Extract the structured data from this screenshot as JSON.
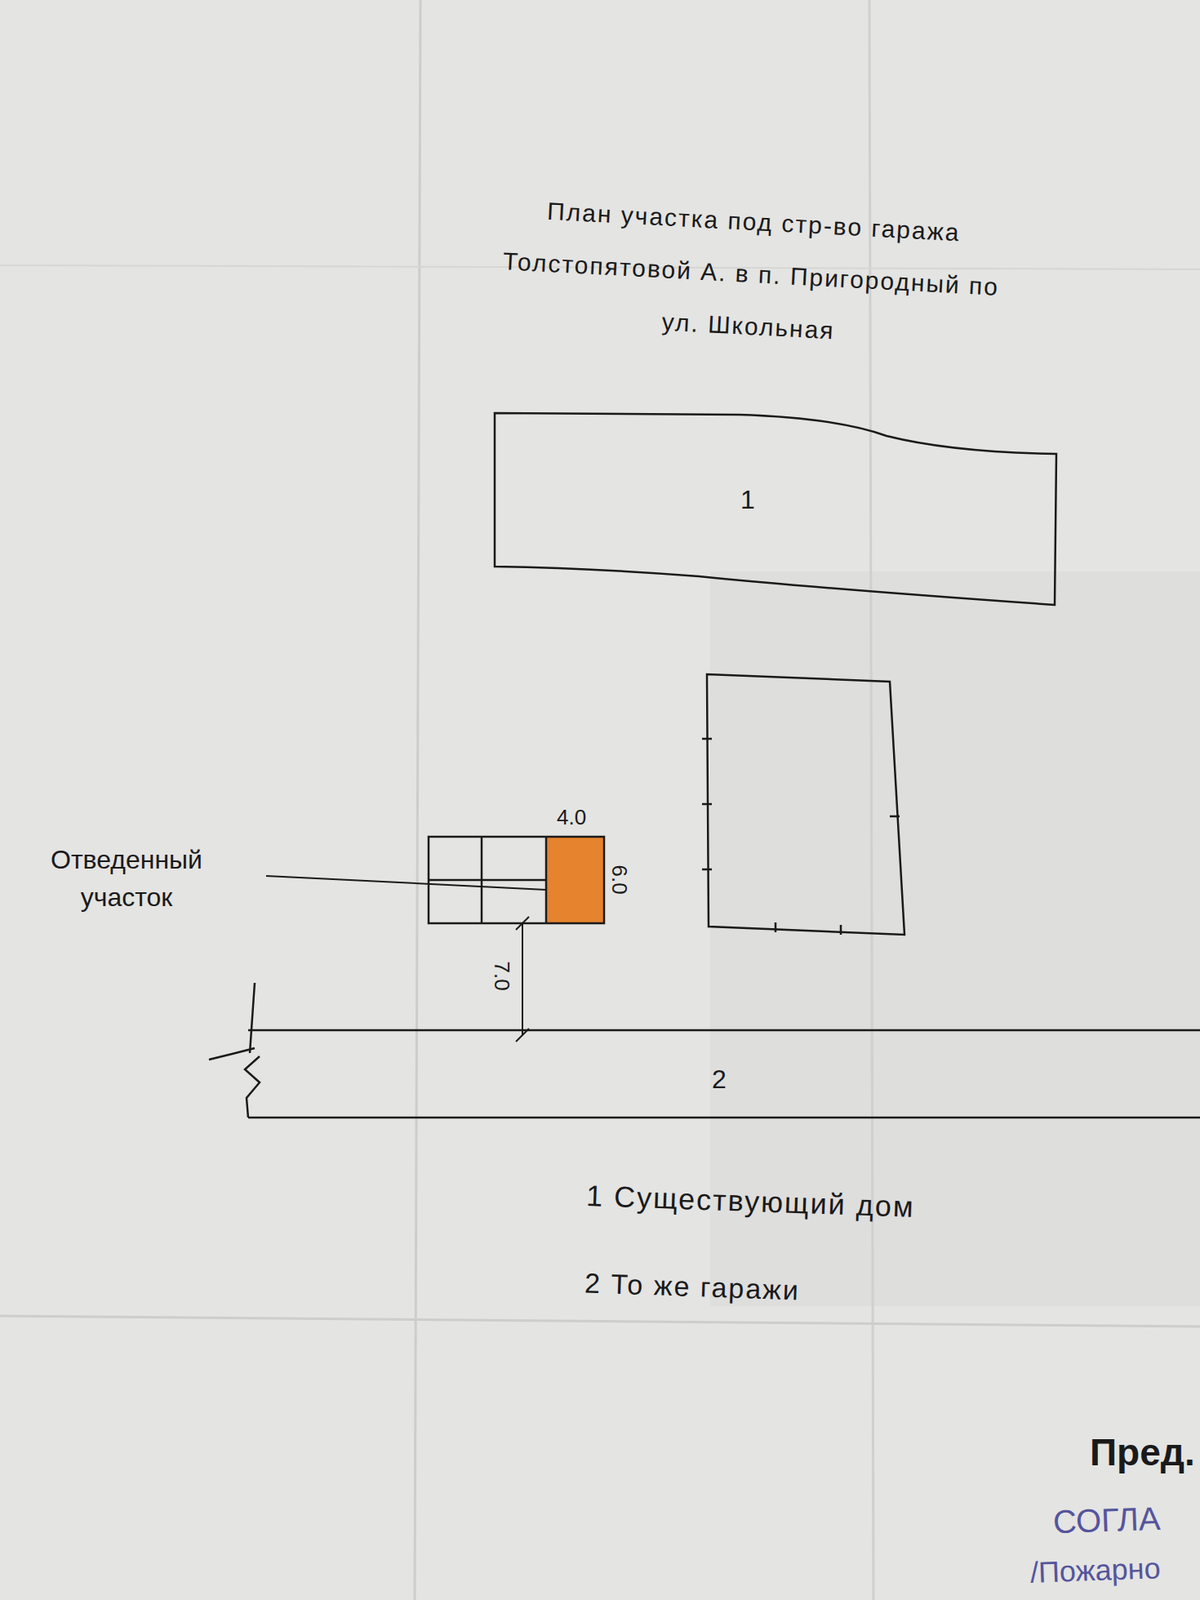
{
  "diagram": {
    "title": "План участка под стр-во гаража Толстопятовой А. в п. Пригородный по ул. Школьная",
    "nodes": [
      {
        "text": [
          "1"
        ]
      },
      {
        "text": [
          "2"
        ]
      }
    ],
    "labels": [
      "Отведенный участок",
      "4.0",
      "6.0",
      "7.0",
      "1 Существующий дом",
      "2 То же гаражи",
      "Пред.",
      "СОГЛА",
      "/Пожарно"
    ]
  }
}
